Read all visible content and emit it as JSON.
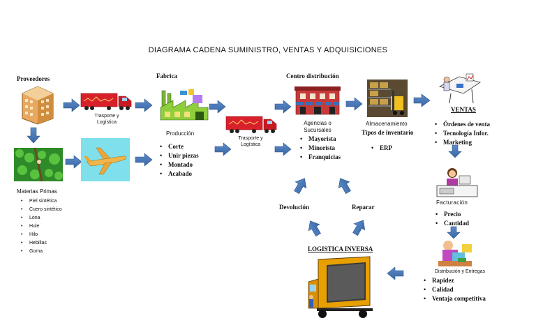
{
  "title": "DIAGRAMA CADENA SUMINISTRO, VENTAS Y ADQUISICIONES",
  "proveedores": {
    "label": "Proveedores"
  },
  "transporte1": {
    "label_line1": "Trasporte y",
    "label_line2": "Logística"
  },
  "fabrica": {
    "label": "Fabrica",
    "sublabel": "Producción",
    "items": [
      "Corte",
      "Unir piezas",
      "Montado",
      "Acabado"
    ]
  },
  "materias": {
    "label": "Materias Primas",
    "items": [
      "Piel sintética",
      "Cuero sintético",
      "Lona",
      "Hule",
      "Hilo",
      "Hebillas",
      "Goma"
    ]
  },
  "transporte2": {
    "label_line1": "Trasporte y",
    "label_line2": "Logística"
  },
  "centro": {
    "label": "Centro distribución",
    "sublabel_line1": "Agencias o",
    "sublabel_line2": "Sucursales",
    "items": [
      "Mayorista",
      "Minorista",
      "Franquicias"
    ]
  },
  "almacen": {
    "label": "Almacenamiento",
    "sublabel": "Tipos de inventario",
    "items": [
      "ERP"
    ]
  },
  "ventas": {
    "label": "VENTAS",
    "items": [
      "Órdenes de venta",
      "Tecnología Infor.",
      "Marketing"
    ]
  },
  "facturacion": {
    "label": "Facturación",
    "items": [
      "Precio",
      "Cantidad"
    ]
  },
  "distribucion": {
    "label": "Distribución y Entregas",
    "items": [
      "Rapidez",
      "Calidad",
      "Ventaja competitiva"
    ]
  },
  "logistica_inversa": {
    "label": "LOGISTICA INVERSA"
  },
  "devolucion": {
    "label": "Devolución"
  },
  "reparar": {
    "label": "Reparar"
  },
  "colors": {
    "arrow": "#4a7ab8",
    "arrow_stroke": "#2f5588",
    "truck_red": "#d8202a",
    "sky": "#7fe0ec"
  }
}
